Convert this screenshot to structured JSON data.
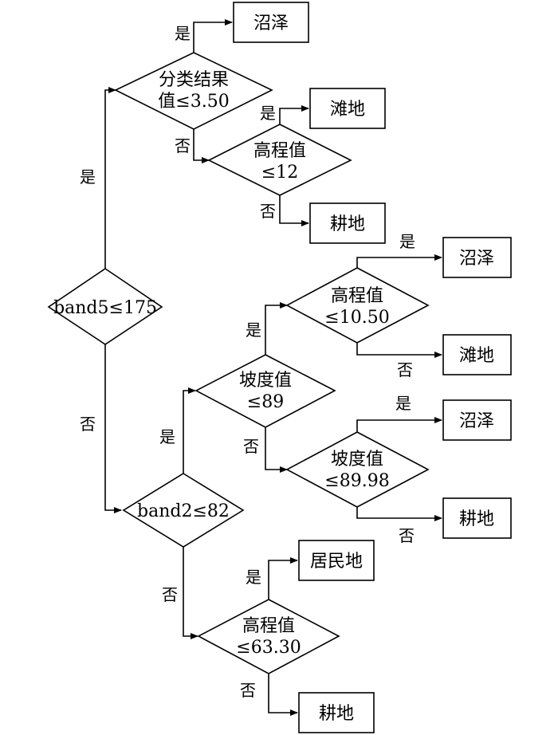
{
  "edge_labels": {
    "yes": "是",
    "no": "否"
  },
  "decisions": [
    {
      "id": "d1",
      "lines": [
        "band5≤175"
      ]
    },
    {
      "id": "d2",
      "lines": [
        "分类结果",
        "值≤3.50"
      ]
    },
    {
      "id": "d3",
      "lines": [
        "高程值",
        "≤12"
      ]
    },
    {
      "id": "d4",
      "lines": [
        "band2≤82"
      ]
    },
    {
      "id": "d5",
      "lines": [
        "坡度值",
        "≤89"
      ]
    },
    {
      "id": "d6",
      "lines": [
        "高程值",
        "≤10.50"
      ]
    },
    {
      "id": "d7",
      "lines": [
        "坡度值",
        "≤89.98"
      ]
    },
    {
      "id": "d8",
      "lines": [
        "高程值",
        "≤63.30"
      ]
    }
  ],
  "leaves": [
    {
      "id": "l1",
      "label": "沼泽"
    },
    {
      "id": "l2",
      "label": "滩地"
    },
    {
      "id": "l3",
      "label": "耕地"
    },
    {
      "id": "l4",
      "label": "沼泽"
    },
    {
      "id": "l5",
      "label": "滩地"
    },
    {
      "id": "l6",
      "label": "沼泽"
    },
    {
      "id": "l7",
      "label": "耕地"
    },
    {
      "id": "l8",
      "label": "居民地"
    },
    {
      "id": "l9",
      "label": "耕地"
    }
  ]
}
